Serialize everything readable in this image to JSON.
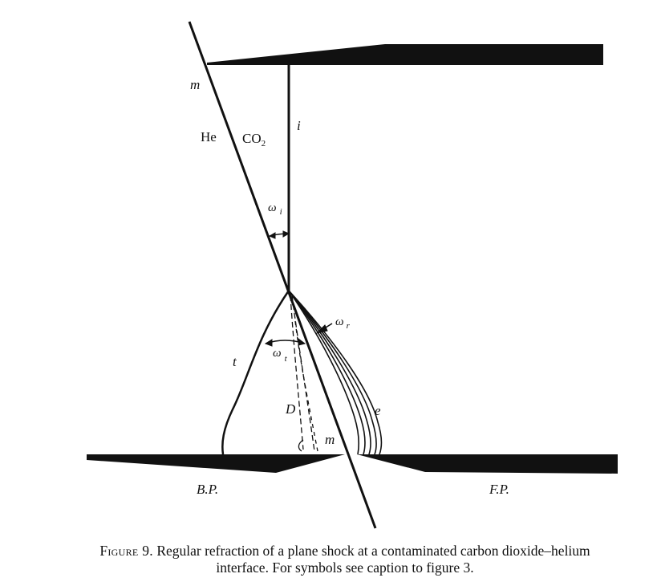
{
  "labels": {
    "m_top": "m",
    "he": "He",
    "co2": "CO",
    "co2_sub": "2",
    "i": "i",
    "omega_i": "ω",
    "omega_i_sub": "i",
    "omega_r": "ω",
    "omega_r_sub": "r",
    "t": "t",
    "omega_t": "ω",
    "omega_t_sub": "t",
    "d": "D",
    "e": "e",
    "m_bottom": "m",
    "bp": "B.P.",
    "fp": "F.P."
  },
  "caption": {
    "figure": "Figure 9.",
    "text": "Regular refraction of a plane shock at a contaminated carbon dioxide–helium interface. For symbols see caption to figure 3."
  },
  "colors": {
    "ink": "#111111",
    "background": "#ffffff"
  }
}
